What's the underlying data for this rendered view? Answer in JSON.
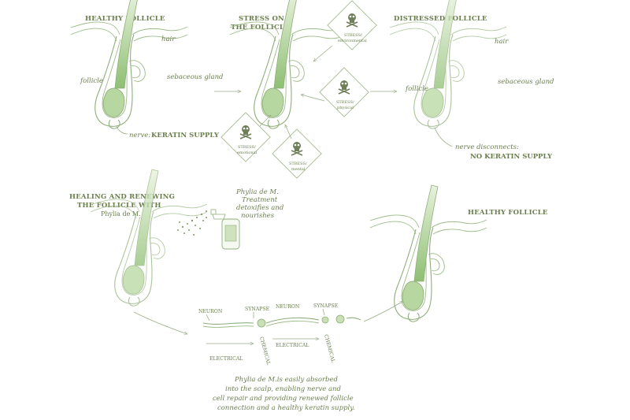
{
  "panels": {
    "healthy_top": {
      "title": "HEALTHY FOLLICLE",
      "hair": "hair",
      "follicle": "follicle",
      "gland": "sebaceous gland",
      "nerve_prefix": "nerve:",
      "nerve_text": "KERATIN SUPPLY"
    },
    "stress": {
      "title_line1": "STRESS ON",
      "title_line2": "THE FOLLICLE",
      "signs": [
        {
          "line1": "STRESS/",
          "line2": "environmental"
        },
        {
          "line1": "STRESS/",
          "line2": "physical"
        },
        {
          "line1": "STRESS/",
          "line2": "emotional"
        },
        {
          "line1": "STRESS/",
          "line2": "mental"
        }
      ]
    },
    "distressed": {
      "title": "DISTRESSED FOLLICLE",
      "hair": "hair",
      "follicle": "follicle",
      "gland": "sebaceous gland",
      "nerve_line1": "nerve disconnects:",
      "nerve_line2": "NO KERATIN SUPPLY"
    },
    "healing": {
      "title_line1": "HEALING AND RENEWING",
      "title_line2": "THE FOLLICLE WITH",
      "title_line3": "Phylia de M.",
      "treatment_line1": "Phylia de M.",
      "treatment_line2": "Treatment",
      "treatment_line3": "detoxifies and",
      "treatment_line4": "nourishes"
    },
    "healthy_bottom": {
      "title": "HEALTHY FOLLICLE"
    },
    "nerve": {
      "neuron1": "NEURON",
      "synapse1": "SYNAPSE",
      "neuron2": "NEURON",
      "synapse2": "SYNAPSE",
      "electrical1": "ELECTRICAL",
      "chemical1": "CHEMICAL",
      "electrical2": "ELECTRICAL",
      "chemical2": "CHEMICAL"
    },
    "caption": {
      "line1": "Phylia de M.is easily absorbed",
      "line2": "into the scalp, enabling nerve and",
      "line3": "cell repair and providing renewed follicle",
      "line4": "connection and a healthy keratin supply."
    }
  },
  "colors": {
    "text": "#6b7f4d",
    "follicle_line": "#8fae7a",
    "follicle_fill": "#bcd9a6",
    "arrow": "#9aae86"
  }
}
